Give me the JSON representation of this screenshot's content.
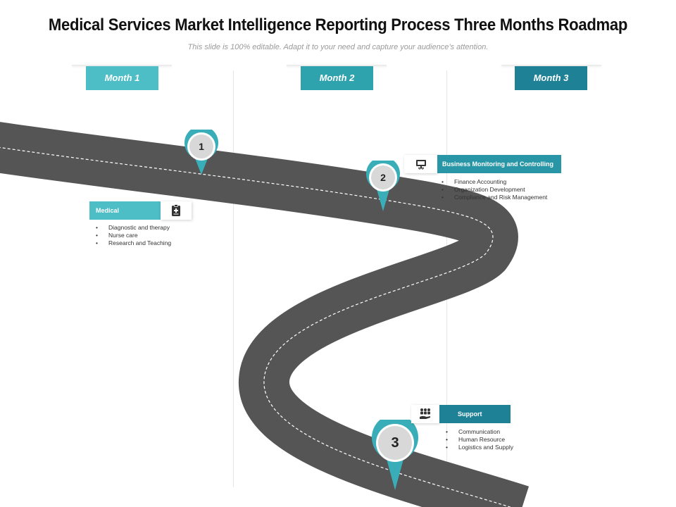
{
  "header": {
    "title": "Medical Services Market Intelligence Reporting Process Three Months Roadmap",
    "subtitle": "This slide is 100% editable. Adapt it to your need and capture your audience’s attention."
  },
  "months": [
    {
      "label": "Month 1",
      "color": "#4dbec5"
    },
    {
      "label": "Month 2",
      "color": "#2fa3ad"
    },
    {
      "label": "Month 3",
      "color": "#1e8196"
    }
  ],
  "milestones": [
    {
      "number": "1"
    },
    {
      "number": "2"
    },
    {
      "number": "3"
    }
  ],
  "cards": {
    "medical": {
      "title": "Medical",
      "icon": "clipboard-icon",
      "color": "#4dbec5",
      "bullets": [
        "Diagnostic and therapy",
        "Nurse care",
        "Research and Teaching"
      ]
    },
    "business": {
      "title": "Business Monitoring and Controlling",
      "icon": "monitor-icon",
      "color": "#2896a6",
      "bullets": [
        "Finance Accounting",
        "Organization Development",
        "Compliance and Risk Management"
      ]
    },
    "support": {
      "title": "Support",
      "icon": "team-support-icon",
      "color": "#1e8196",
      "bullets": [
        "Communication",
        "Human Resource",
        "Logistics and Supply"
      ]
    }
  },
  "colors": {
    "road": "#555555",
    "road_dash": "#ffffff",
    "pin_ring": "#3aaeb8",
    "pin_fill": "#d8d8d8"
  }
}
